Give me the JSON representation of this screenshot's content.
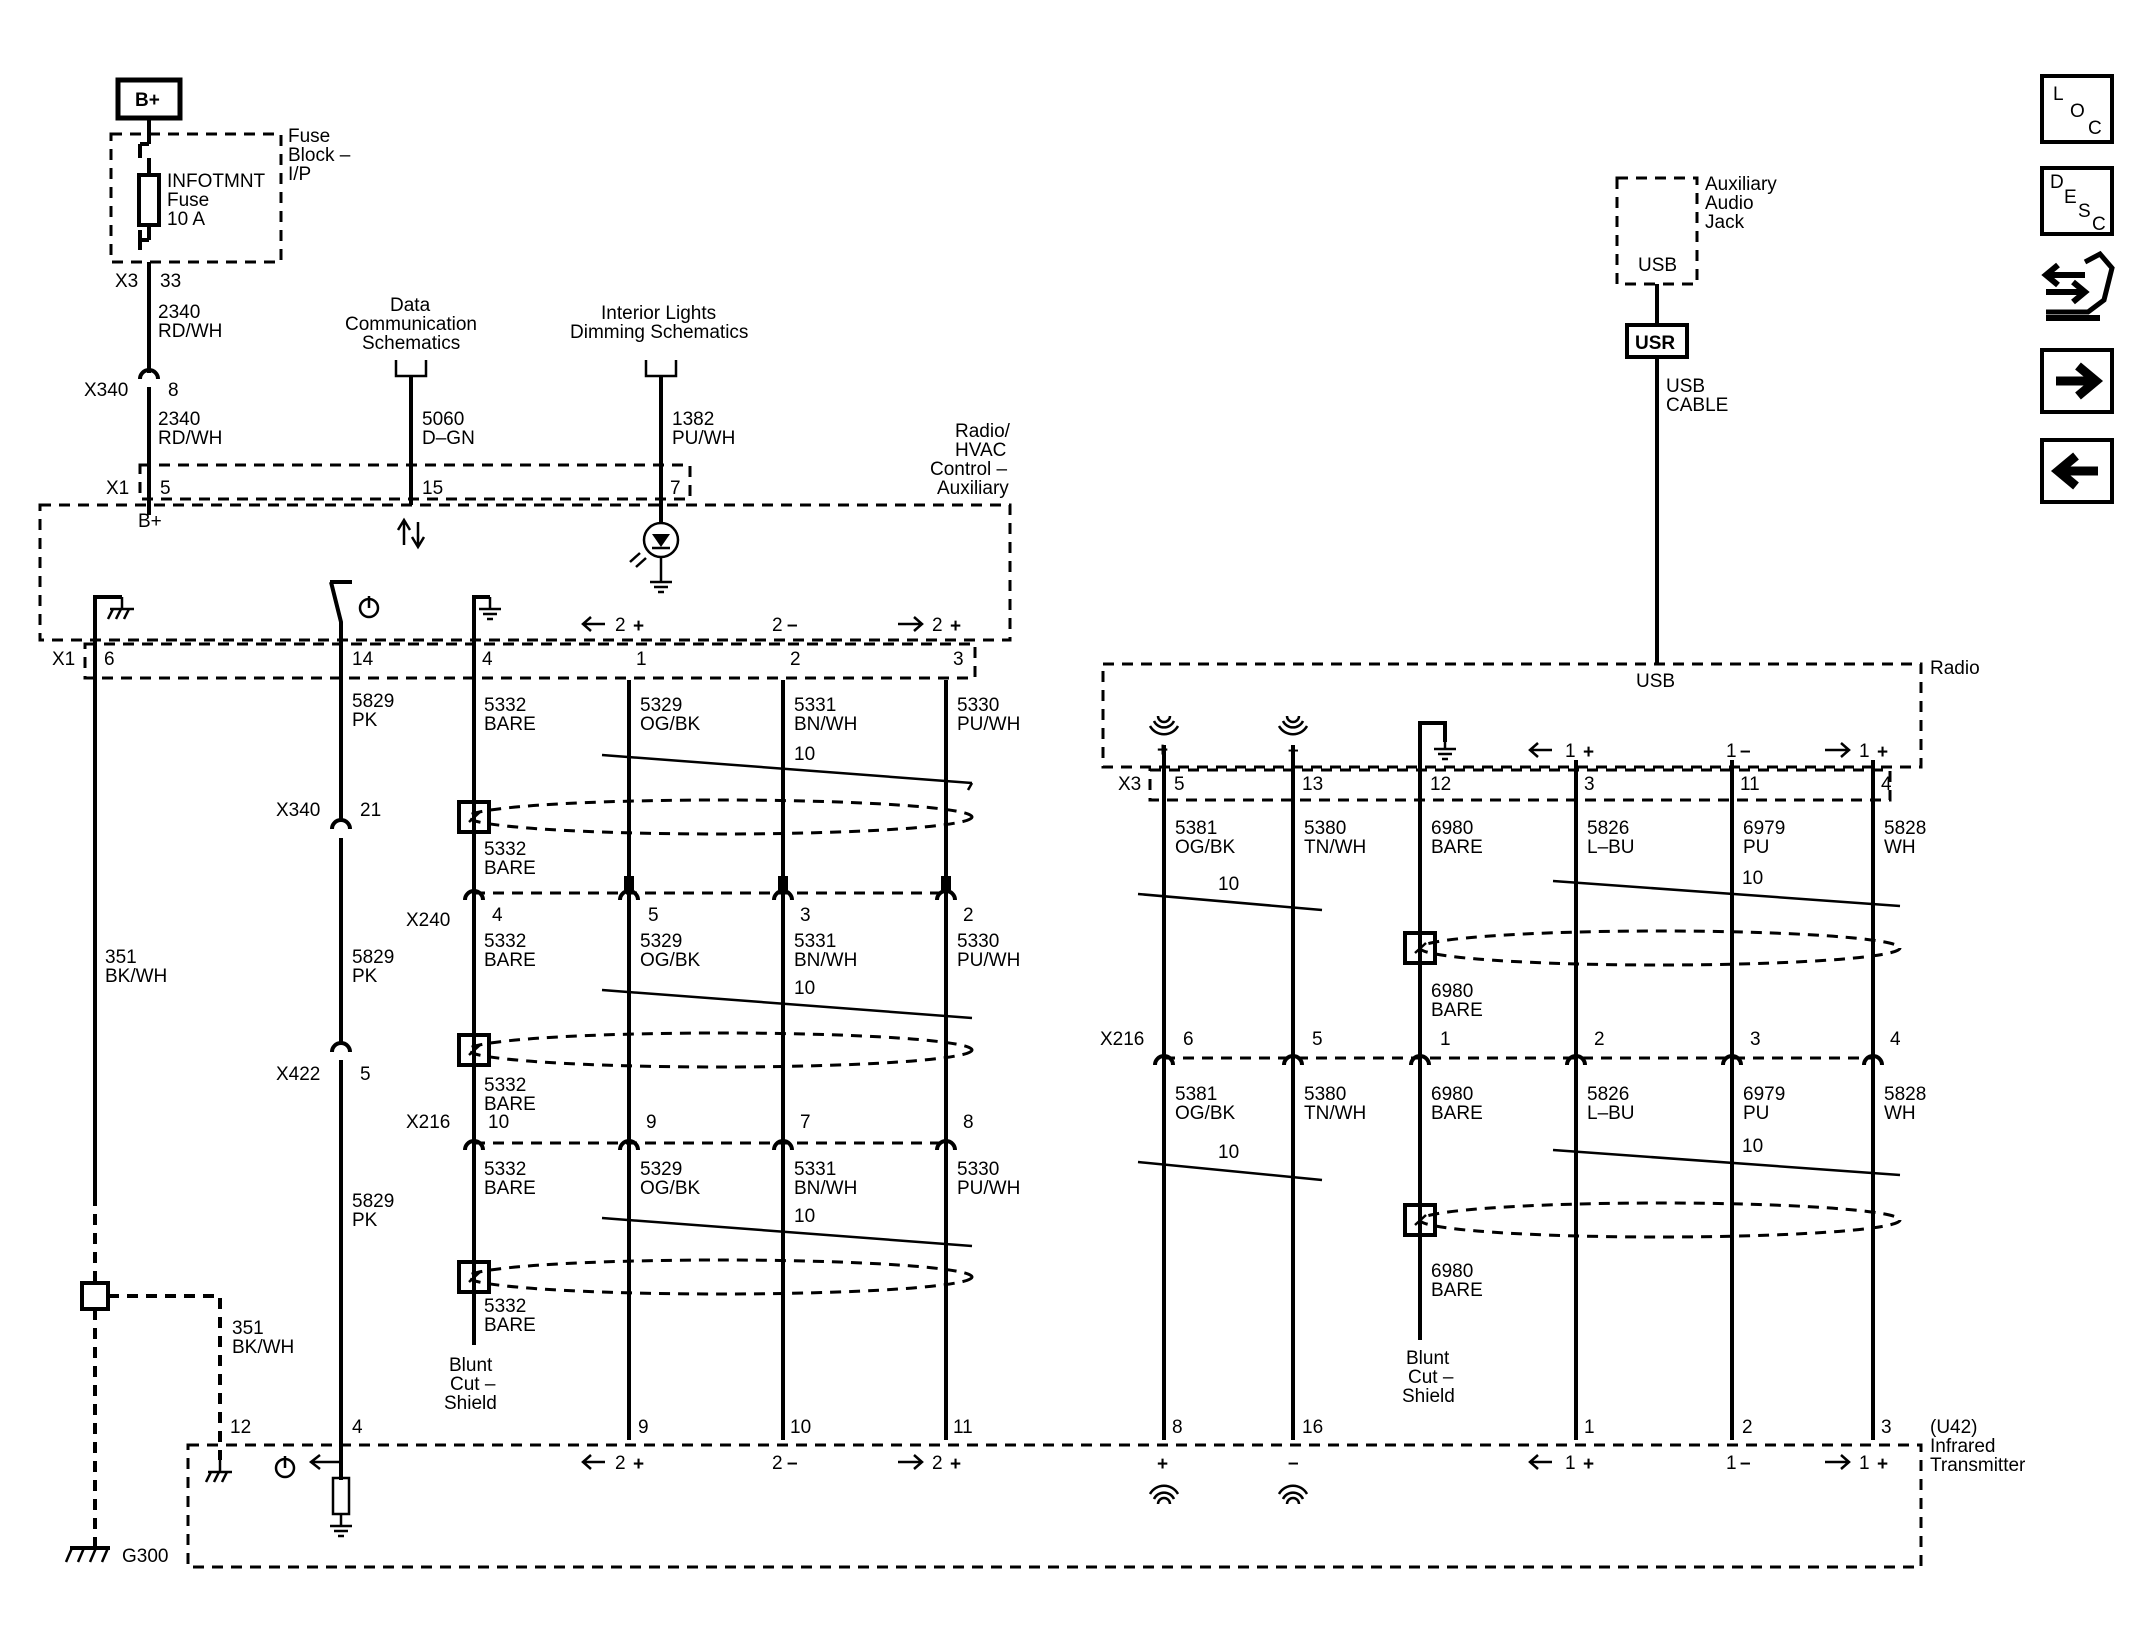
{
  "colors": {
    "ink": "#000000",
    "paper": "#ffffff"
  },
  "nav": {
    "loc_icon": "loc-icon",
    "desc_icon": "desc-icon",
    "connector_icon": "connector-icon",
    "next_icon": "arrow-right-icon",
    "prev_icon": "arrow-left-icon",
    "loc": [
      "L",
      "O",
      "C"
    ],
    "desc": [
      "D",
      "E",
      "S",
      "C"
    ]
  },
  "labels": {
    "bplus": "B+",
    "fuse_block": [
      "Fuse",
      "Block –",
      "I/P"
    ],
    "fuse": [
      "INFOTMNT",
      "Fuse",
      "10 A"
    ],
    "data_comm": [
      "Data",
      "Communication",
      "Schematics"
    ],
    "interior": [
      "Interior Lights",
      "Dimming Schematics"
    ],
    "aux_jack": [
      "Auxiliary",
      "Audio",
      "Jack"
    ],
    "usb": "USB",
    "usr": "USR",
    "usb_cable": [
      "USB",
      "CABLE"
    ],
    "radio_hvac": [
      "Radio/",
      "HVAC",
      "Control –",
      "Auxiliary"
    ],
    "radio": "Radio",
    "infrared": [
      "(U42)",
      "Infrared",
      "Transmitter"
    ],
    "blunt": [
      "Blunt",
      "Cut –",
      "Shield"
    ],
    "ground": "G300",
    "num10": "10"
  },
  "connectors": {
    "X3": "X3",
    "X340": "X340",
    "X1": "X1",
    "X240": "X240",
    "X422": "X422",
    "X216": "X216"
  },
  "pins": {
    "fuse_x3": "33",
    "x340_top": "8",
    "hvac_top": [
      "5",
      "15",
      "7"
    ],
    "x1_bottom": [
      "6",
      "14",
      "4",
      "1",
      "2",
      "3"
    ],
    "x340_mid": "21",
    "x422": "5",
    "x240": [
      "4",
      "5",
      "3",
      "2"
    ],
    "x216_left": [
      "10",
      "9",
      "7",
      "8"
    ],
    "x216_right": [
      "6",
      "5",
      "1",
      "2",
      "3",
      "4"
    ],
    "radio_x3": [
      "5",
      "13",
      "12",
      "3",
      "11",
      "4"
    ],
    "bottom": [
      "12",
      "4",
      "9",
      "10",
      "11",
      "8",
      "16",
      "1",
      "2",
      "3"
    ]
  },
  "signals": {
    "p2": "2",
    "m2": "2",
    "p1": "1",
    "m1": "1"
  },
  "wires": {
    "w2340": [
      "2340",
      "RD/WH"
    ],
    "w5060": [
      "5060",
      "D–GN"
    ],
    "w1382": [
      "1382",
      "PU/WH"
    ],
    "w351": [
      "351",
      "BK/WH"
    ],
    "w5829": [
      "5829",
      "PK"
    ],
    "w5332": [
      "5332",
      "BARE"
    ],
    "w5329": [
      "5329",
      "OG/BK"
    ],
    "w5331": [
      "5331",
      "BN/WH"
    ],
    "w5330": [
      "5330",
      "PU/WH"
    ],
    "w5381": [
      "5381",
      "OG/BK"
    ],
    "w5380": [
      "5380",
      "TN/WH"
    ],
    "w6980": [
      "6980",
      "BARE"
    ],
    "w5826": [
      "5826",
      "L–BU"
    ],
    "w6979": [
      "6979",
      "PU"
    ],
    "w5828": [
      "5828",
      "WH"
    ]
  }
}
